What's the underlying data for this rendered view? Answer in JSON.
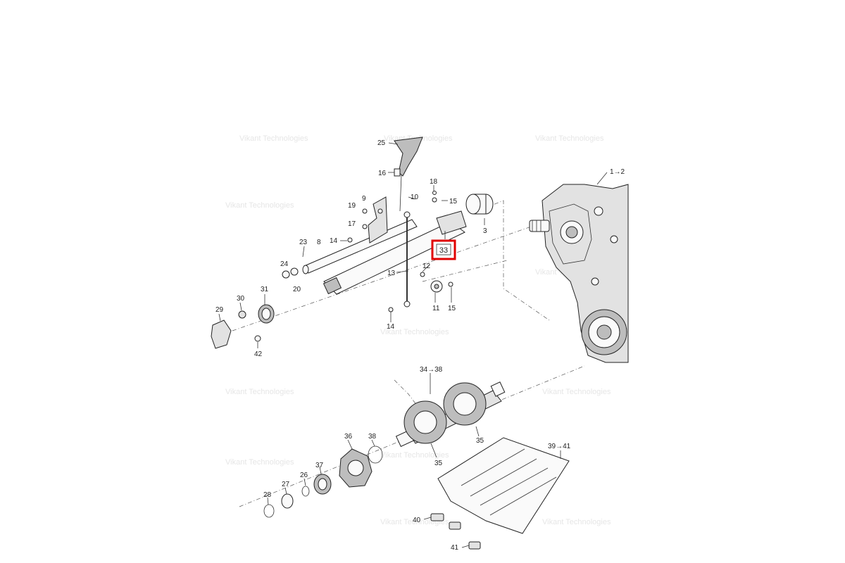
{
  "watermark": "Vikant Technologies",
  "highlight_label": "33",
  "labels": {
    "l25": "25",
    "l16": "16",
    "l18": "18",
    "l10": "10",
    "l15a": "15",
    "l9": "9",
    "l19": "19",
    "l17": "17",
    "l14a": "14",
    "l23": "23",
    "l8": "8",
    "l3": "3",
    "l12": "1→2",
    "l24": "24",
    "l20": "20",
    "l13": "13",
    "l12s": "12",
    "l11": "11",
    "l15b": "15",
    "l14b": "14",
    "l31": "31",
    "l30": "30",
    "l29": "29",
    "l42": "42",
    "l3438": "34→38",
    "l36": "36",
    "l38": "38",
    "l35a": "35",
    "l35b": "35",
    "l3941": "39→41",
    "l37": "37",
    "l26": "26",
    "l27": "27",
    "l28": "28",
    "l40": "40",
    "l41": "41"
  }
}
